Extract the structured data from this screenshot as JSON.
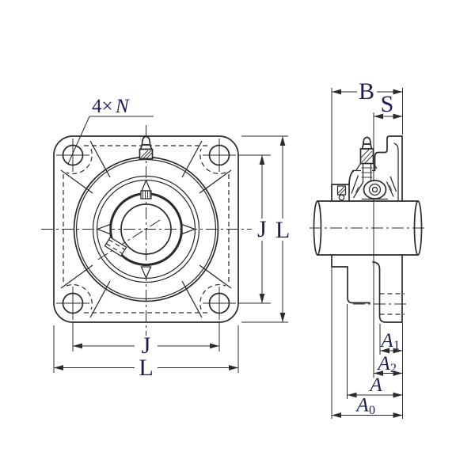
{
  "colors": {
    "background": "#ffffff",
    "line": "#2b2b2b",
    "label": "#1d1d55"
  },
  "front_view": {
    "bolt_hole_note": {
      "qty": "4×",
      "symbol": "N"
    },
    "dim_bolt_spacing_vertical": "J",
    "dim_flange_height": "L",
    "dim_bolt_spacing_horizontal": "J",
    "dim_flange_width": "L"
  },
  "side_view": {
    "dim_unit_width": "B",
    "dim_center_to_flange_face": "S",
    "dim_a1": {
      "base": "A",
      "sub": "1"
    },
    "dim_a2": {
      "base": "A",
      "sub": "2"
    },
    "dim_a": {
      "base": "A"
    },
    "dim_a0": {
      "base": "A",
      "sub": "0"
    }
  }
}
